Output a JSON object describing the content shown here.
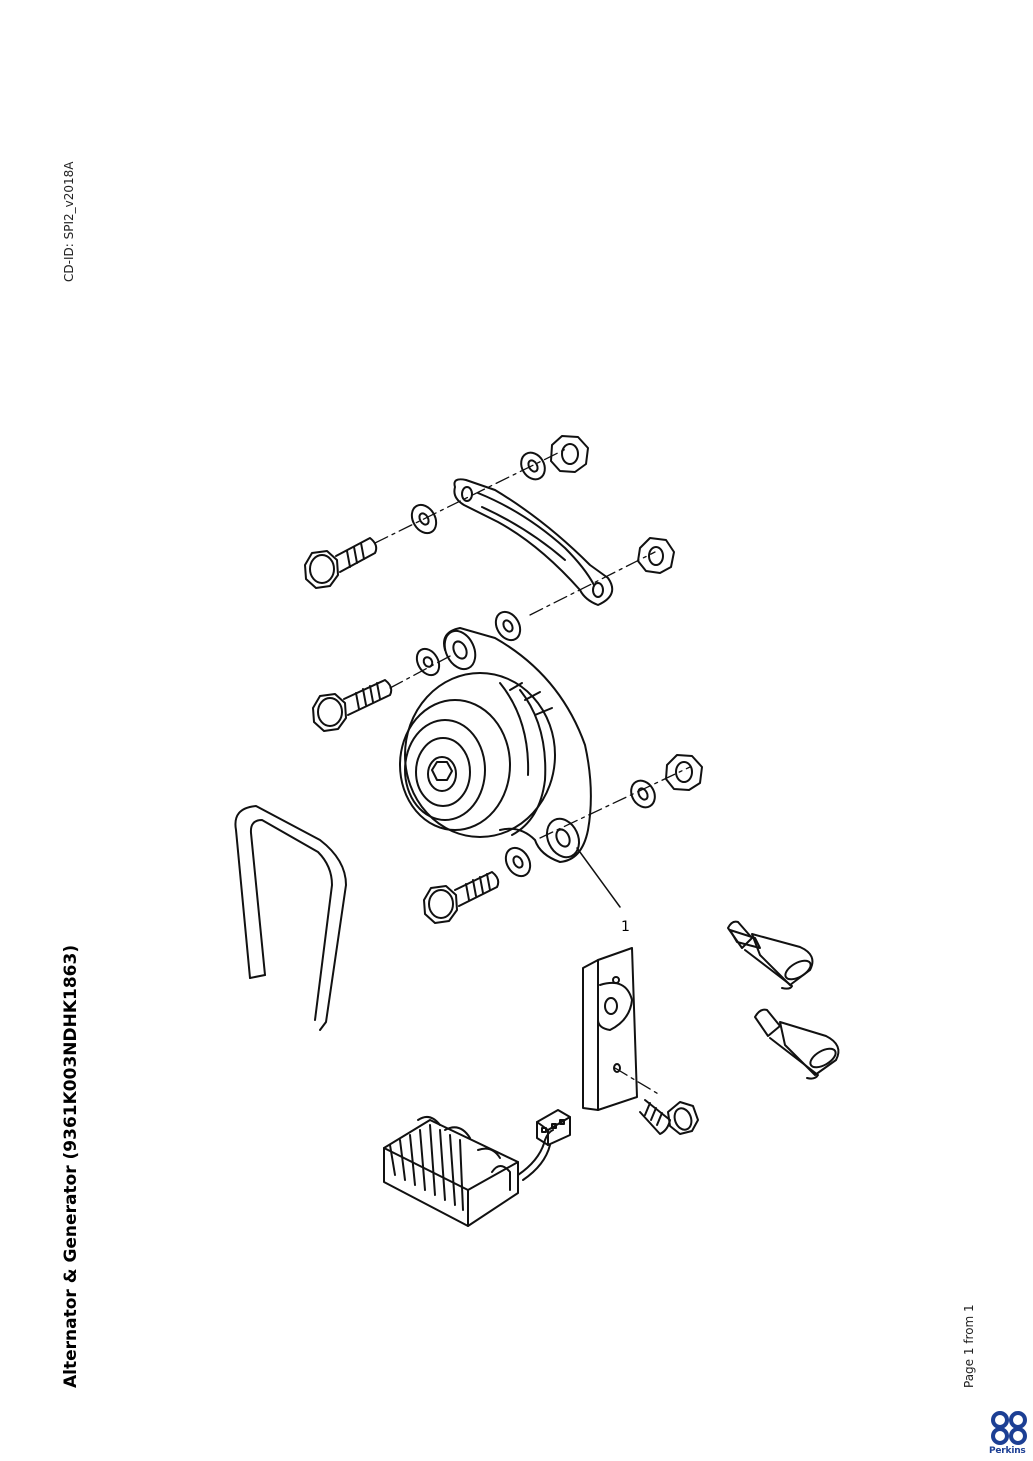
{
  "header": {
    "cd_id": "CD-ID: SPI2_v2018A"
  },
  "document": {
    "title": "Alternator & Generator (9361K003NDHK1863)",
    "page_info": "Page 1 from 1"
  },
  "brand": {
    "name": "Perkins",
    "color": "#1c3f94"
  },
  "diagram": {
    "callouts": [
      "1"
    ]
  }
}
